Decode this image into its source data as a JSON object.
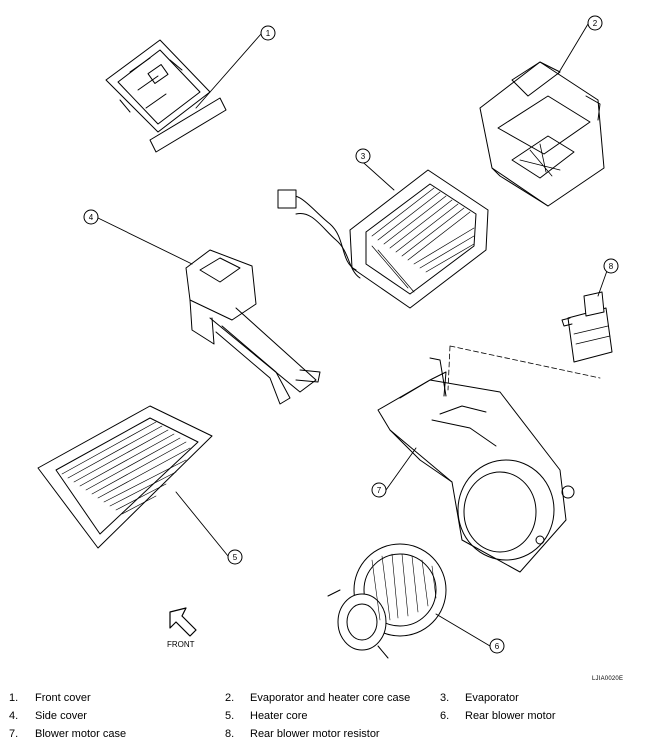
{
  "callouts": [
    "1",
    "2",
    "3",
    "4",
    "5",
    "6",
    "7",
    "8"
  ],
  "front_label": "FRONT",
  "figure_code": "LJIA0020E",
  "legend": [
    {
      "num": "1.",
      "label": "Front cover"
    },
    {
      "num": "2.",
      "label": "Evaporator and heater core case"
    },
    {
      "num": "3.",
      "label": "Evaporator"
    },
    {
      "num": "4.",
      "label": "Side cover"
    },
    {
      "num": "5.",
      "label": "Heater core"
    },
    {
      "num": "6.",
      "label": "Rear blower motor"
    },
    {
      "num": "7.",
      "label": "Blower motor case"
    },
    {
      "num": "8.",
      "label": "Rear blower motor resistor"
    }
  ]
}
